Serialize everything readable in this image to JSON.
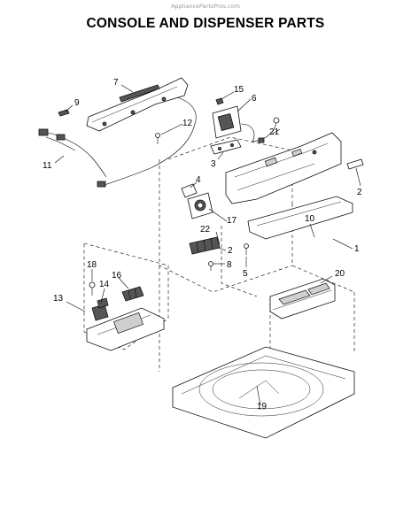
{
  "watermark": "AppliancePartsPros.com",
  "title": "CONSOLE AND DISPENSER PARTS",
  "callouts": {
    "c1": "1",
    "c2a": "2",
    "c2b": "2",
    "c3": "3",
    "c4": "4",
    "c5": "5",
    "c6": "6",
    "c7": "7",
    "c8": "8",
    "c9": "9",
    "c10": "10",
    "c11": "11",
    "c12": "12",
    "c13": "13",
    "c14": "14",
    "c15": "15",
    "c16": "16",
    "c17": "17",
    "c18": "18",
    "c19": "19",
    "c20": "20",
    "c21": "21",
    "c22": "22"
  }
}
